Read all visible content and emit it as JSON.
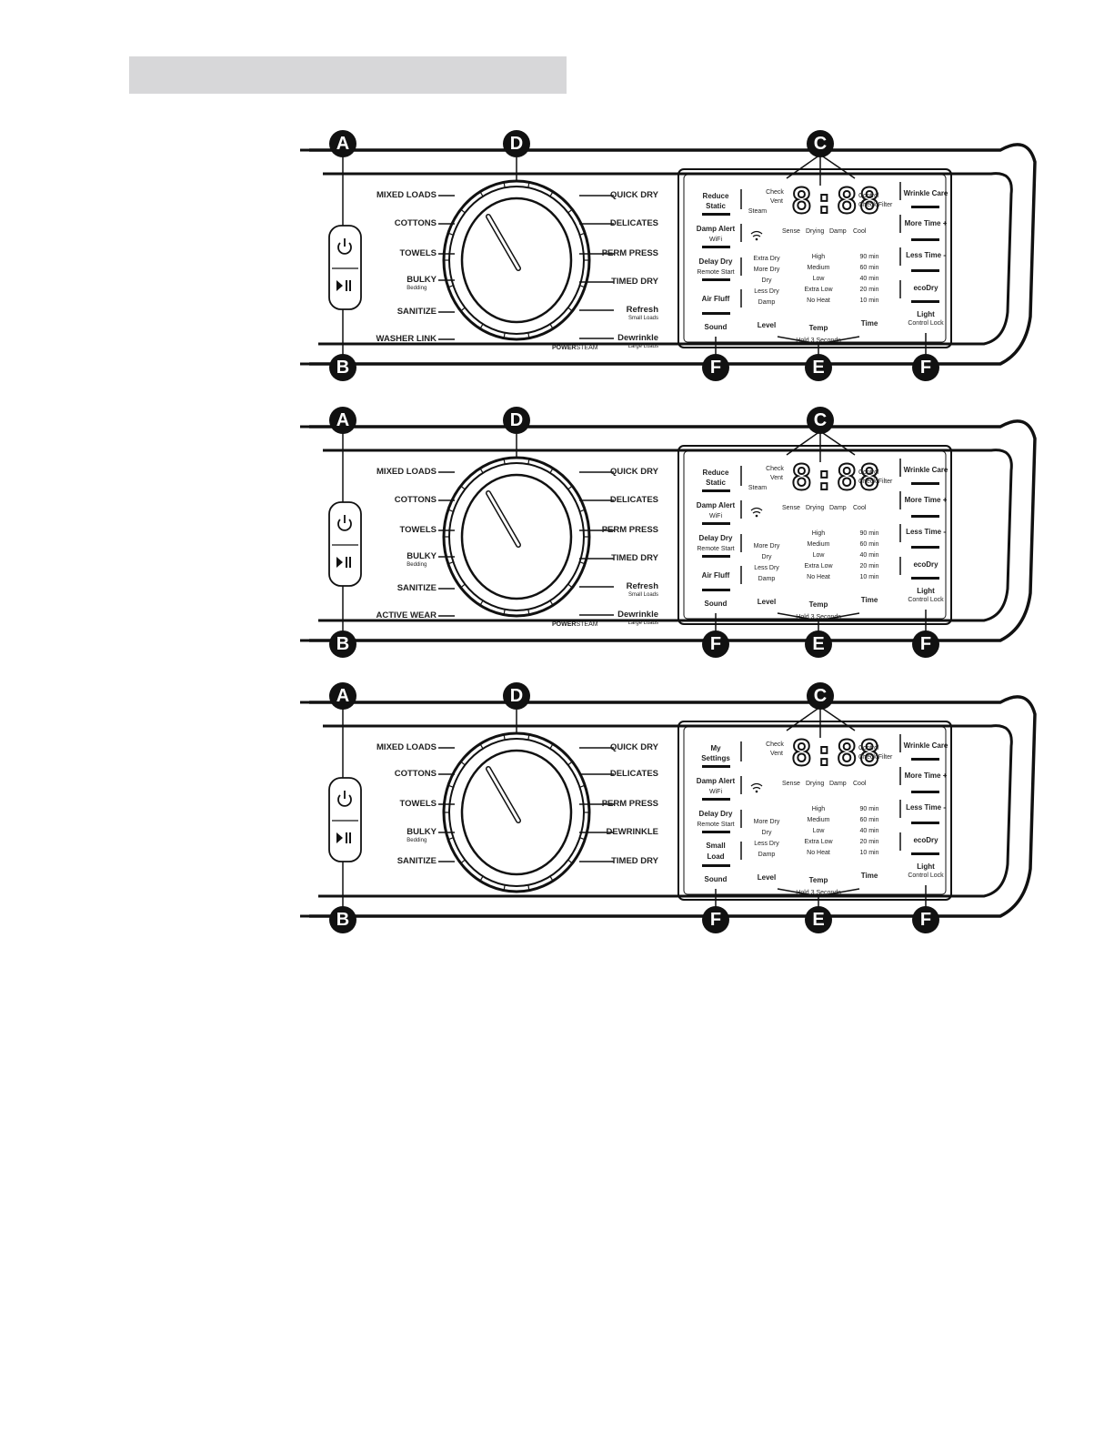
{
  "header": {
    "title_bar": ""
  },
  "callouts": {
    "A": "A",
    "B": "B",
    "C": "C",
    "D": "D",
    "E": "E",
    "F": "F"
  },
  "icons": {
    "power": "power-icon",
    "start_pause": "play-pause-icon",
    "wifi": "wifi-icon",
    "lock": "lock-icon"
  },
  "display": {
    "digits": "8:88",
    "check": "Check",
    "vent": "Vent",
    "steam": "Steam",
    "control": "Control",
    "check_filter": "Check Filter",
    "status": [
      "Sense",
      "Drying",
      "Damp",
      "Cool"
    ]
  },
  "common": {
    "level_label": "Level",
    "temp_label": "Temp",
    "time_label": "Time",
    "sound": "Sound",
    "damp_alert": "Damp Alert",
    "wifi_sub": "WiFi",
    "delay_dry": "Delay Dry",
    "remote_start": "Remote Start",
    "wrinkle_care": "Wrinkle Care",
    "more_time": "More Time +",
    "less_time": "Less Time -",
    "ecodry": "ecoDry",
    "light": "Light",
    "control_lock": "Control Lock",
    "temps": [
      "High",
      "Medium",
      "Low",
      "Extra Low",
      "No Heat"
    ],
    "times": [
      "90 min",
      "60 min",
      "40 min",
      "20 min",
      "10 min"
    ],
    "power_steam_a": "POWER",
    "power_steam_b": "STEAM",
    "hold_3sec": "Hold 3 Seconds"
  },
  "panels": [
    {
      "left_cycles": [
        {
          "label": "MIXED LOADS",
          "sub": ""
        },
        {
          "label": "COTTONS",
          "sub": ""
        },
        {
          "label": "TOWELS",
          "sub": ""
        },
        {
          "label": "BULKY",
          "sub": "Bedding"
        },
        {
          "label": "SANITIZE",
          "sub": ""
        },
        {
          "label": "WASHER LINK",
          "sub": ""
        }
      ],
      "right_cycles": [
        {
          "label": "QUICK DRY",
          "sub": ""
        },
        {
          "label": "DELICATES",
          "sub": ""
        },
        {
          "label": "PERM PRESS",
          "sub": ""
        },
        {
          "label": "TIMED DRY",
          "sub": ""
        },
        {
          "label": "Refresh",
          "sub": "Small Loads"
        },
        {
          "label": "Dewrinkle",
          "sub": "Large Loads"
        }
      ],
      "first_button": [
        "Reduce",
        "Static"
      ],
      "fourth_button": [
        "Air Fluff"
      ],
      "levels": [
        "Extra Dry",
        "More Dry",
        "Dry",
        "Less Dry",
        "Damp"
      ],
      "show_steam": true,
      "show_power_steam": true
    },
    {
      "left_cycles": [
        {
          "label": "MIXED LOADS",
          "sub": ""
        },
        {
          "label": "COTTONS",
          "sub": ""
        },
        {
          "label": "TOWELS",
          "sub": ""
        },
        {
          "label": "BULKY",
          "sub": "Bedding"
        },
        {
          "label": "SANITIZE",
          "sub": ""
        },
        {
          "label": "ACTIVE WEAR",
          "sub": ""
        }
      ],
      "right_cycles": [
        {
          "label": "QUICK DRY",
          "sub": ""
        },
        {
          "label": "DELICATES",
          "sub": ""
        },
        {
          "label": "PERM PRESS",
          "sub": ""
        },
        {
          "label": "TIMED DRY",
          "sub": ""
        },
        {
          "label": "Refresh",
          "sub": "Small Loads"
        },
        {
          "label": "Dewrinkle",
          "sub": "Large Loads"
        }
      ],
      "first_button": [
        "Reduce",
        "Static"
      ],
      "fourth_button": [
        "Air Fluff"
      ],
      "levels": [
        "",
        "More Dry",
        "Dry",
        "Less Dry",
        "Damp"
      ],
      "show_steam": true,
      "show_power_steam": true
    },
    {
      "left_cycles": [
        {
          "label": "MIXED LOADS",
          "sub": ""
        },
        {
          "label": "COTTONS",
          "sub": ""
        },
        {
          "label": "TOWELS",
          "sub": ""
        },
        {
          "label": "BULKY",
          "sub": "Bedding"
        },
        {
          "label": "SANITIZE",
          "sub": ""
        }
      ],
      "right_cycles": [
        {
          "label": "QUICK DRY",
          "sub": ""
        },
        {
          "label": "DELICATES",
          "sub": ""
        },
        {
          "label": "PERM PRESS",
          "sub": ""
        },
        {
          "label": "DEWRINKLE",
          "sub": ""
        },
        {
          "label": "TIMED DRY",
          "sub": ""
        }
      ],
      "first_button": [
        "My",
        "Settings"
      ],
      "fourth_button": [
        "Small",
        "Load"
      ],
      "levels": [
        "",
        "More Dry",
        "Dry",
        "Less Dry",
        "Damp"
      ],
      "show_steam": false,
      "show_power_steam": false
    }
  ]
}
